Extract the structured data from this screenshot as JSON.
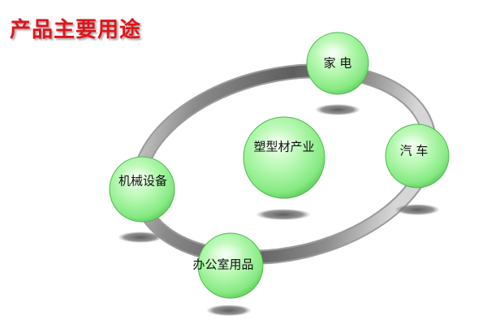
{
  "title": "产品主要用途",
  "center": {
    "label": "塑型材产业"
  },
  "nodes": [
    {
      "key": "appliance",
      "label": "家 电"
    },
    {
      "key": "auto",
      "label": "汽 车"
    },
    {
      "key": "office",
      "label": "办公室用品"
    },
    {
      "key": "machinery",
      "label": "机械设备"
    }
  ],
  "colors": {
    "title": "#e0141b",
    "sphere_light": "#eaffe6",
    "sphere_mid": "#9df29a",
    "sphere_dark": "#5fcc5f",
    "ring_dark": "#6f6f6f",
    "ring_light": "#d8d8d8",
    "shadow": "#6e6e6e"
  }
}
